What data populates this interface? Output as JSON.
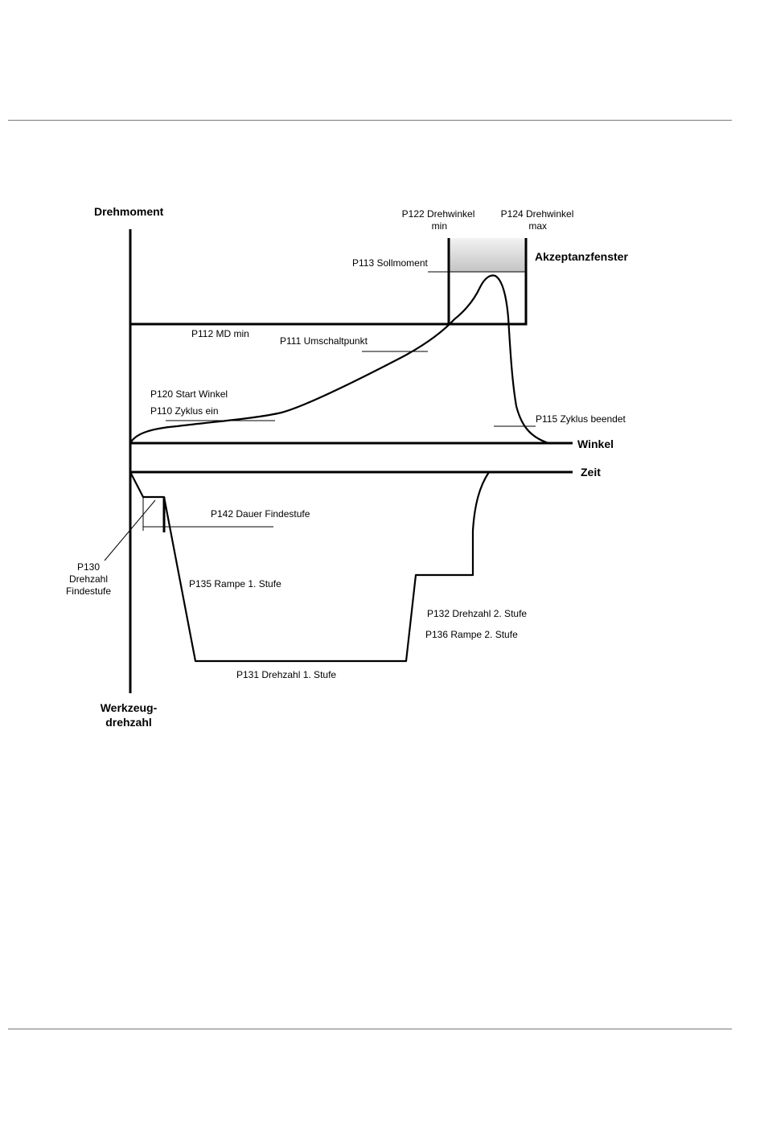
{
  "axes": {
    "torque": "Drehmoment",
    "angle": "Winkel",
    "time": "Zeit",
    "speed_line1": "Werkzeug-",
    "speed_line2": "drehzahl"
  },
  "window": {
    "min_line1": "P122 Drehwinkel",
    "min_line2": "min",
    "max_line1": "P124 Drehwinkel",
    "max_line2": "max",
    "title": "Akzeptanzfenster"
  },
  "torque_labels": {
    "p113": "P113 Sollmoment",
    "p112": "P112 MD min",
    "p111": "P111 Umschaltpunkt",
    "p120": "P120 Start Winkel",
    "p110": "P110 Zyklus ein",
    "p115": "P115 Zyklus beendet"
  },
  "speed_labels": {
    "p142": "P142 Dauer Findestufe",
    "p130_line1": "P130",
    "p130_line2": "Drehzahl",
    "p130_line3": "Findestufe",
    "p135": "P135 Rampe 1. Stufe",
    "p132": "P132 Drehzahl 2. Stufe",
    "p136": "P136 Rampe 2. Stufe",
    "p131": "P131 Drehzahl 1. Stufe"
  },
  "colors": {
    "line": "#000000",
    "window_shade_top": "#c4c4c4",
    "window_shade_bottom": "#f2f2f2",
    "rule": "#777777"
  }
}
